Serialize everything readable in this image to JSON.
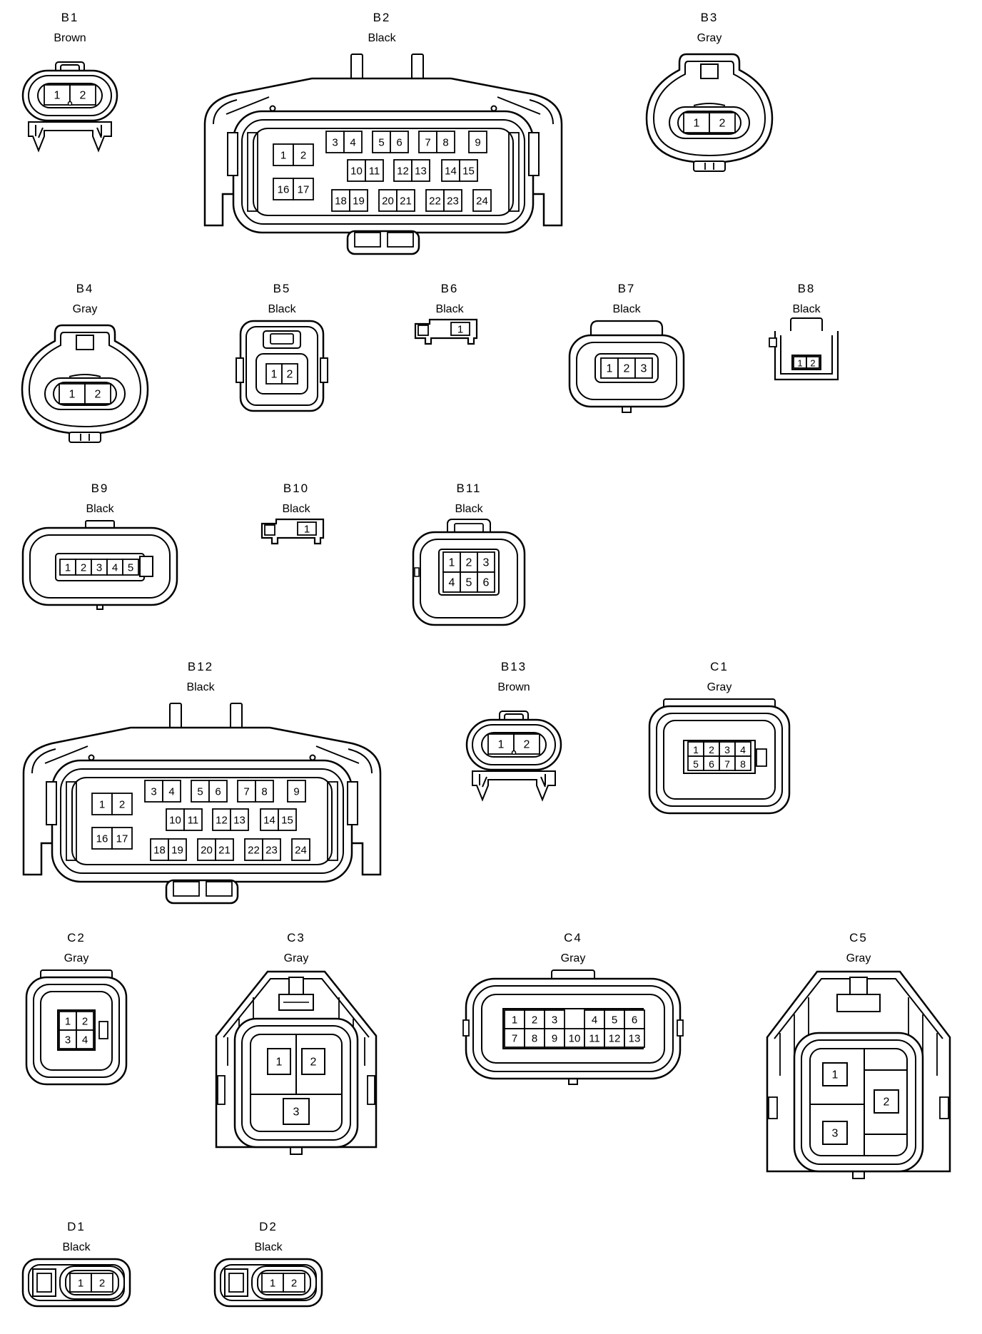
{
  "connectors": [
    {
      "id": "B1",
      "color": "Brown",
      "pins": [
        "1",
        "2"
      ]
    },
    {
      "id": "B2",
      "color": "Black",
      "pins": [
        "1",
        "2",
        "3",
        "4",
        "5",
        "6",
        "7",
        "8",
        "9",
        "10",
        "11",
        "12",
        "13",
        "14",
        "15",
        "16",
        "17",
        "18",
        "19",
        "20",
        "21",
        "22",
        "23",
        "24"
      ]
    },
    {
      "id": "B3",
      "color": "Gray",
      "pins": [
        "1",
        "2"
      ]
    },
    {
      "id": "B4",
      "color": "Gray",
      "pins": [
        "1",
        "2"
      ]
    },
    {
      "id": "B5",
      "color": "Black",
      "pins": [
        "1",
        "2"
      ]
    },
    {
      "id": "B6",
      "color": "Black",
      "pins": [
        "1"
      ]
    },
    {
      "id": "B7",
      "color": "Black",
      "pins": [
        "1",
        "2",
        "3"
      ]
    },
    {
      "id": "B8",
      "color": "Black",
      "pins": [
        "1",
        "2"
      ]
    },
    {
      "id": "B9",
      "color": "Black",
      "pins": [
        "1",
        "2",
        "3",
        "4",
        "5"
      ]
    },
    {
      "id": "B10",
      "color": "Black",
      "pins": [
        "1"
      ]
    },
    {
      "id": "B11",
      "color": "Black",
      "pins": [
        "1",
        "2",
        "3",
        "4",
        "5",
        "6"
      ]
    },
    {
      "id": "B12",
      "color": "Black",
      "pins": [
        "1",
        "2",
        "3",
        "4",
        "5",
        "6",
        "7",
        "8",
        "9",
        "10",
        "11",
        "12",
        "13",
        "14",
        "15",
        "16",
        "17",
        "18",
        "19",
        "20",
        "21",
        "22",
        "23",
        "24"
      ]
    },
    {
      "id": "B13",
      "color": "Brown",
      "pins": [
        "1",
        "2"
      ]
    },
    {
      "id": "C1",
      "color": "Gray",
      "pins": [
        "1",
        "2",
        "3",
        "4",
        "5",
        "6",
        "7",
        "8"
      ]
    },
    {
      "id": "C2",
      "color": "Gray",
      "pins": [
        "1",
        "2",
        "3",
        "4"
      ]
    },
    {
      "id": "C3",
      "color": "Gray",
      "pins": [
        "1",
        "2",
        "3"
      ]
    },
    {
      "id": "C4",
      "color": "Gray",
      "pins": [
        "1",
        "2",
        "3",
        "4",
        "5",
        "6",
        "7",
        "8",
        "9",
        "10",
        "11",
        "12",
        "13"
      ]
    },
    {
      "id": "C5",
      "color": "Gray",
      "pins": [
        "1",
        "2",
        "3"
      ]
    },
    {
      "id": "D1",
      "color": "Black",
      "pins": [
        "1",
        "2"
      ]
    },
    {
      "id": "D2",
      "color": "Black",
      "pins": [
        "1",
        "2"
      ]
    }
  ]
}
